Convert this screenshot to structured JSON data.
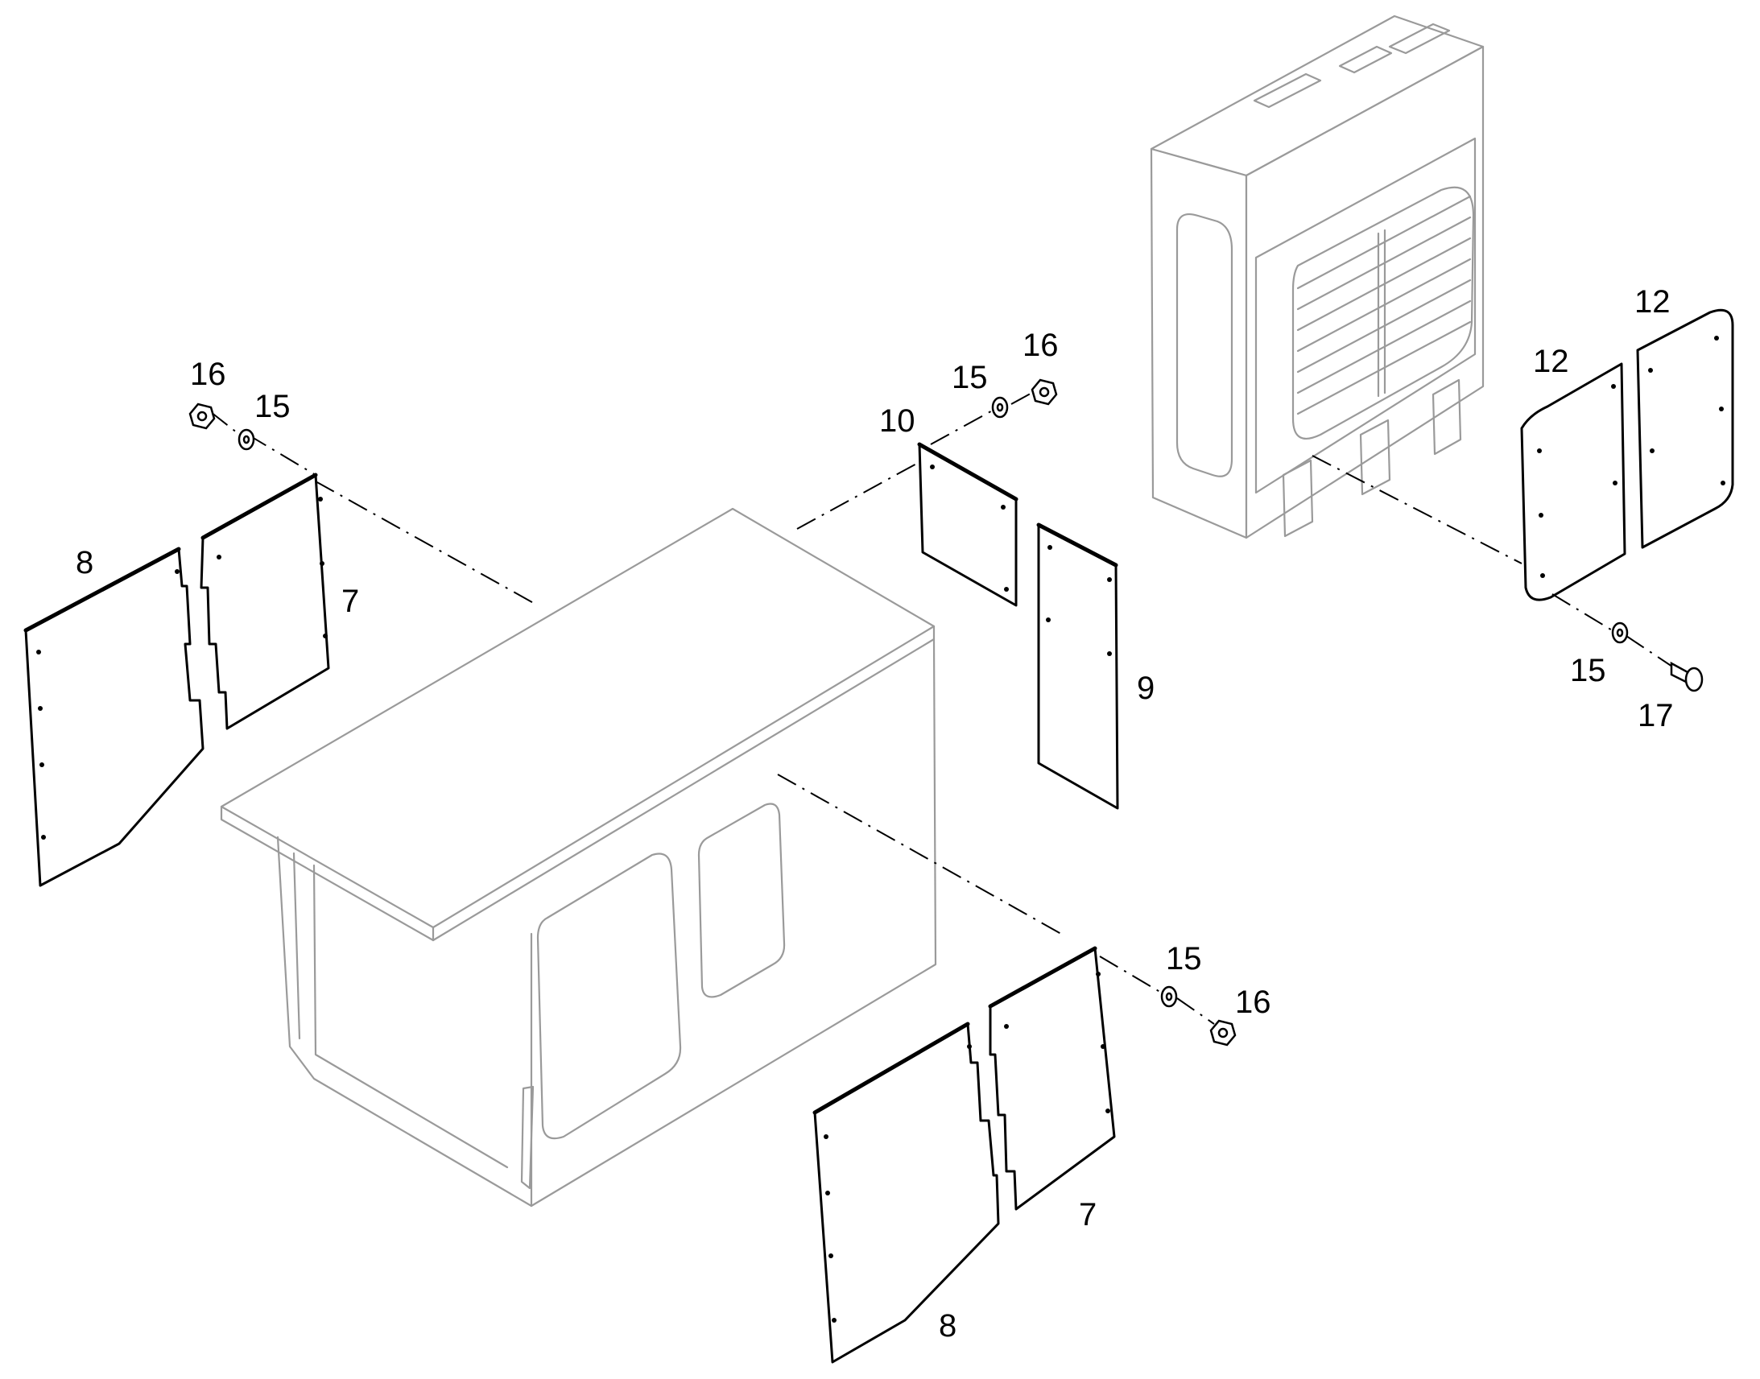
{
  "callouts": {
    "c16_left": "16",
    "c15_left": "15",
    "c8_left": "8",
    "c7_left": "7",
    "c10": "10",
    "c15_mid": "15",
    "c16_mid": "16",
    "c9": "9",
    "c12_inner": "12",
    "c12_outer": "12",
    "c15_right": "15",
    "c17": "17",
    "c15_bottom": "15",
    "c16_bottom": "16",
    "c7_bottom": "7",
    "c8_bottom": "8"
  }
}
